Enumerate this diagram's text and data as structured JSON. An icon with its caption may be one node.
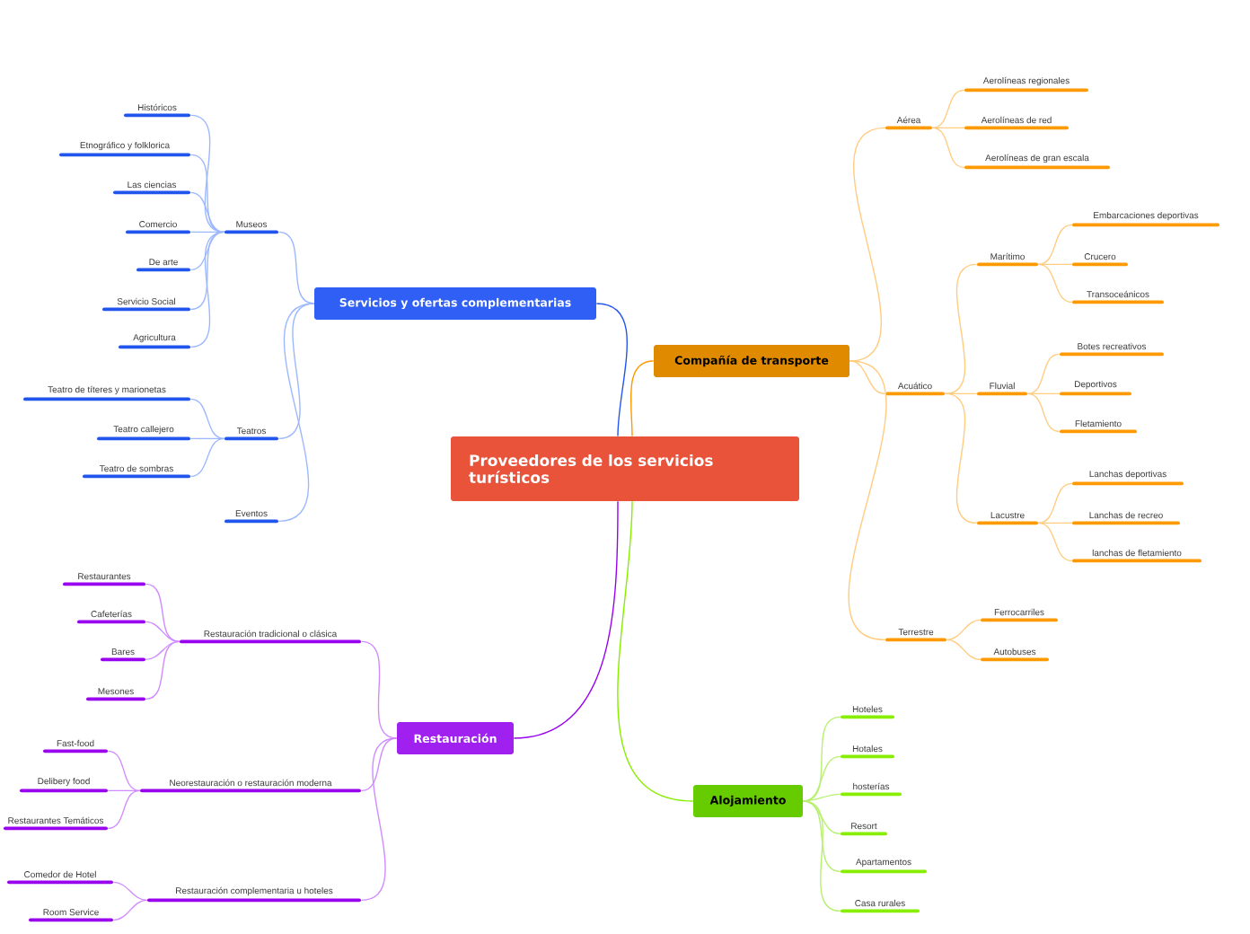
{
  "diagram": {
    "nodes": [
      {
        "text": [
          "Proveedores de los servicios turísticos"
        ]
      },
      {
        "text": [
          "Servicios y ofertas complementarias"
        ]
      },
      {
        "text": [
          "Museos"
        ]
      },
      {
        "text": [
          "Históricos"
        ]
      },
      {
        "text": [
          "Etnográfico y folklorica"
        ]
      },
      {
        "text": [
          "Las ciencias"
        ]
      },
      {
        "text": [
          "Comercio"
        ]
      },
      {
        "text": [
          "De arte"
        ]
      },
      {
        "text": [
          "Servicio Social"
        ]
      },
      {
        "text": [
          "Agricultura"
        ]
      },
      {
        "text": [
          "Teatros"
        ]
      },
      {
        "text": [
          "Teatro de títeres y marionetas"
        ]
      },
      {
        "text": [
          "Teatro callejero"
        ]
      },
      {
        "text": [
          "Teatro de sombras"
        ]
      },
      {
        "text": [
          "Eventos"
        ]
      },
      {
        "text": [
          "Restauración"
        ]
      },
      {
        "text": [
          "Restauración tradicional o clásica"
        ]
      },
      {
        "text": [
          "Restaurantes"
        ]
      },
      {
        "text": [
          "Cafeterías"
        ]
      },
      {
        "text": [
          "Bares"
        ]
      },
      {
        "text": [
          "Mesones"
        ]
      },
      {
        "text": [
          "Neorestauración o restauración moderna"
        ]
      },
      {
        "text": [
          "Fast-food"
        ]
      },
      {
        "text": [
          "Delibery food"
        ]
      },
      {
        "text": [
          "Restaurantes Temáticos"
        ]
      },
      {
        "text": [
          "Restauración complementaria u hoteles"
        ]
      },
      {
        "text": [
          "Comedor de Hotel"
        ]
      },
      {
        "text": [
          "Room Service"
        ]
      },
      {
        "text": [
          "Compañía de transporte"
        ]
      },
      {
        "text": [
          "Aérea"
        ]
      },
      {
        "text": [
          "Aerolíneas regionales"
        ]
      },
      {
        "text": [
          "Aerolíneas de red"
        ]
      },
      {
        "text": [
          "Aerolíneas de gran escala"
        ]
      },
      {
        "text": [
          "Acuático"
        ]
      },
      {
        "text": [
          "Marítimo"
        ]
      },
      {
        "text": [
          "Embarcaciones deportivas"
        ]
      },
      {
        "text": [
          "Crucero"
        ]
      },
      {
        "text": [
          "Transoceánicos"
        ]
      },
      {
        "text": [
          "Fluvial"
        ]
      },
      {
        "text": [
          "Botes recreativos"
        ]
      },
      {
        "text": [
          "Deportivos"
        ]
      },
      {
        "text": [
          "Fletamiento"
        ]
      },
      {
        "text": [
          "Lacustre"
        ]
      },
      {
        "text": [
          "Lanchas deportivas"
        ]
      },
      {
        "text": [
          "Lanchas de recreo"
        ]
      },
      {
        "text": [
          "lanchas de fletamiento"
        ]
      },
      {
        "text": [
          "Terrestre"
        ]
      },
      {
        "text": [
          "Ferrocarriles"
        ]
      },
      {
        "text": [
          "Autobuses"
        ]
      },
      {
        "text": [
          "Alojamiento"
        ]
      },
      {
        "text": [
          "Hoteles"
        ]
      },
      {
        "text": [
          "Hotales"
        ]
      },
      {
        "text": [
          "hosterías"
        ]
      },
      {
        "text": [
          "Resort"
        ]
      },
      {
        "text": [
          "Apartamentos"
        ]
      },
      {
        "text": [
          "Casa rurales"
        ]
      }
    ],
    "edges": [
      {
        "from": 0,
        "to": 1,
        "arrow": "none",
        "color": "#2255ee"
      },
      {
        "from": 1,
        "to": 2,
        "arrow": "none",
        "color": "#9db8ff"
      },
      {
        "from": 2,
        "to": 3,
        "arrow": "none",
        "color": "#9db8ff"
      },
      {
        "from": 2,
        "to": 4,
        "arrow": "none",
        "color": "#9db8ff"
      },
      {
        "from": 2,
        "to": 5,
        "arrow": "none",
        "color": "#9db8ff"
      },
      {
        "from": 2,
        "to": 6,
        "arrow": "none",
        "color": "#9db8ff"
      },
      {
        "from": 2,
        "to": 7,
        "arrow": "none",
        "color": "#9db8ff"
      },
      {
        "from": 2,
        "to": 8,
        "arrow": "none",
        "color": "#9db8ff"
      },
      {
        "from": 2,
        "to": 9,
        "arrow": "none",
        "color": "#9db8ff"
      },
      {
        "from": 1,
        "to": 10,
        "arrow": "none",
        "color": "#9db8ff"
      },
      {
        "from": 10,
        "to": 11,
        "arrow": "none",
        "color": "#9db8ff"
      },
      {
        "from": 10,
        "to": 12,
        "arrow": "none",
        "color": "#9db8ff"
      },
      {
        "from": 10,
        "to": 13,
        "arrow": "none",
        "color": "#9db8ff"
      },
      {
        "from": 1,
        "to": 14,
        "arrow": "none",
        "color": "#9db8ff"
      },
      {
        "from": 0,
        "to": 15,
        "arrow": "none",
        "color": "#9900ee"
      },
      {
        "from": 15,
        "to": 16,
        "arrow": "none",
        "color": "#d08cff"
      },
      {
        "from": 16,
        "to": 17,
        "arrow": "none",
        "color": "#d08cff"
      },
      {
        "from": 16,
        "to": 18,
        "arrow": "none",
        "color": "#d08cff"
      },
      {
        "from": 16,
        "to": 19,
        "arrow": "none",
        "color": "#d08cff"
      },
      {
        "from": 16,
        "to": 20,
        "arrow": "none",
        "color": "#d08cff"
      },
      {
        "from": 15,
        "to": 21,
        "arrow": "none",
        "color": "#d08cff"
      },
      {
        "from": 21,
        "to": 22,
        "arrow": "none",
        "color": "#d08cff"
      },
      {
        "from": 21,
        "to": 23,
        "arrow": "none",
        "color": "#d08cff"
      },
      {
        "from": 21,
        "to": 24,
        "arrow": "none",
        "color": "#d08cff"
      },
      {
        "from": 15,
        "to": 25,
        "arrow": "none",
        "color": "#d08cff"
      },
      {
        "from": 25,
        "to": 26,
        "arrow": "none",
        "color": "#d08cff"
      },
      {
        "from": 25,
        "to": 27,
        "arrow": "none",
        "color": "#d08cff"
      },
      {
        "from": 0,
        "to": 28,
        "arrow": "none",
        "color": "#ff9900"
      },
      {
        "from": 28,
        "to": 29,
        "arrow": "none"
      },
      {
        "from": 29,
        "to": 30,
        "arrow": "none"
      },
      {
        "from": 29,
        "to": 31,
        "arrow": "none"
      },
      {
        "from": 29,
        "to": 32,
        "arrow": "none"
      },
      {
        "from": 28,
        "to": 33,
        "arrow": "none"
      },
      {
        "from": 33,
        "to": 34,
        "arrow": "none"
      },
      {
        "from": 34,
        "to": 35,
        "arrow": "none"
      },
      {
        "from": 34,
        "to": 36,
        "arrow": "none"
      },
      {
        "from": 34,
        "to": 37,
        "arrow": "none"
      },
      {
        "from": 33,
        "to": 38,
        "arrow": "none"
      },
      {
        "from": 38,
        "to": 39,
        "arrow": "none"
      },
      {
        "from": 38,
        "to": 40,
        "arrow": "none"
      },
      {
        "from": 38,
        "to": 41,
        "arrow": "none"
      },
      {
        "from": 33,
        "to": 42,
        "arrow": "none"
      },
      {
        "from": 42,
        "to": 43,
        "arrow": "none"
      },
      {
        "from": 42,
        "to": 44,
        "arrow": "none"
      },
      {
        "from": 42,
        "to": 45,
        "arrow": "none"
      },
      {
        "from": 28,
        "to": 46,
        "arrow": "none"
      },
      {
        "from": 46,
        "to": 47,
        "arrow": "none"
      },
      {
        "from": 46,
        "to": 48,
        "arrow": "none"
      },
      {
        "from": 0,
        "to": 49,
        "arrow": "none",
        "color": "#88ee00"
      },
      {
        "from": 49,
        "to": 50,
        "arrow": "none",
        "color": "#b8f070"
      },
      {
        "from": 49,
        "to": 51,
        "arrow": "none",
        "color": "#b8f070"
      },
      {
        "from": 49,
        "to": 52,
        "arrow": "none",
        "color": "#b8f070"
      },
      {
        "from": 49,
        "to": 53,
        "arrow": "none",
        "color": "#b8f070"
      },
      {
        "from": 49,
        "to": 54,
        "arrow": "none",
        "color": "#b8f070"
      },
      {
        "from": 49,
        "to": 55,
        "arrow": "none",
        "color": "#b8f070"
      }
    ]
  }
}
